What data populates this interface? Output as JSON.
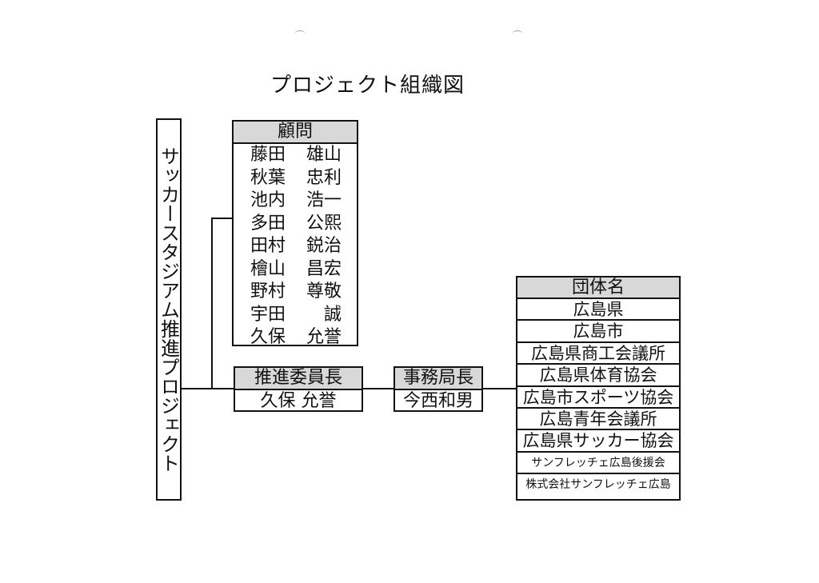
{
  "title": "プロジェクト組織図",
  "project": "サッカースタジアム推進プロジェクト",
  "advisors": {
    "header": "顧問",
    "members": [
      [
        "藤田",
        "雄山"
      ],
      [
        "秋葉",
        "忠利"
      ],
      [
        "池内",
        "浩一"
      ],
      [
        "多田",
        "公熙"
      ],
      [
        "田村",
        "鋭治"
      ],
      [
        "檜山",
        "昌宏"
      ],
      [
        "野村",
        "尊敬"
      ],
      [
        "宇田",
        "誠"
      ],
      [
        "久保",
        "允誉"
      ]
    ]
  },
  "chair": {
    "header": "推進委員長",
    "name": "久保 允誉"
  },
  "secretariat": {
    "header": "事務局長",
    "name": "今西和男"
  },
  "organizations": {
    "header": "団体名",
    "items": [
      "広島県",
      "広島市",
      "広島県商工会議所",
      "広島県体育協会",
      "広島市スポーツ協会",
      "広島青年会議所",
      "広島県サッカー協会",
      "サンフレッチェ広島後援会",
      "株式会社サンフレッチェ広島"
    ]
  }
}
